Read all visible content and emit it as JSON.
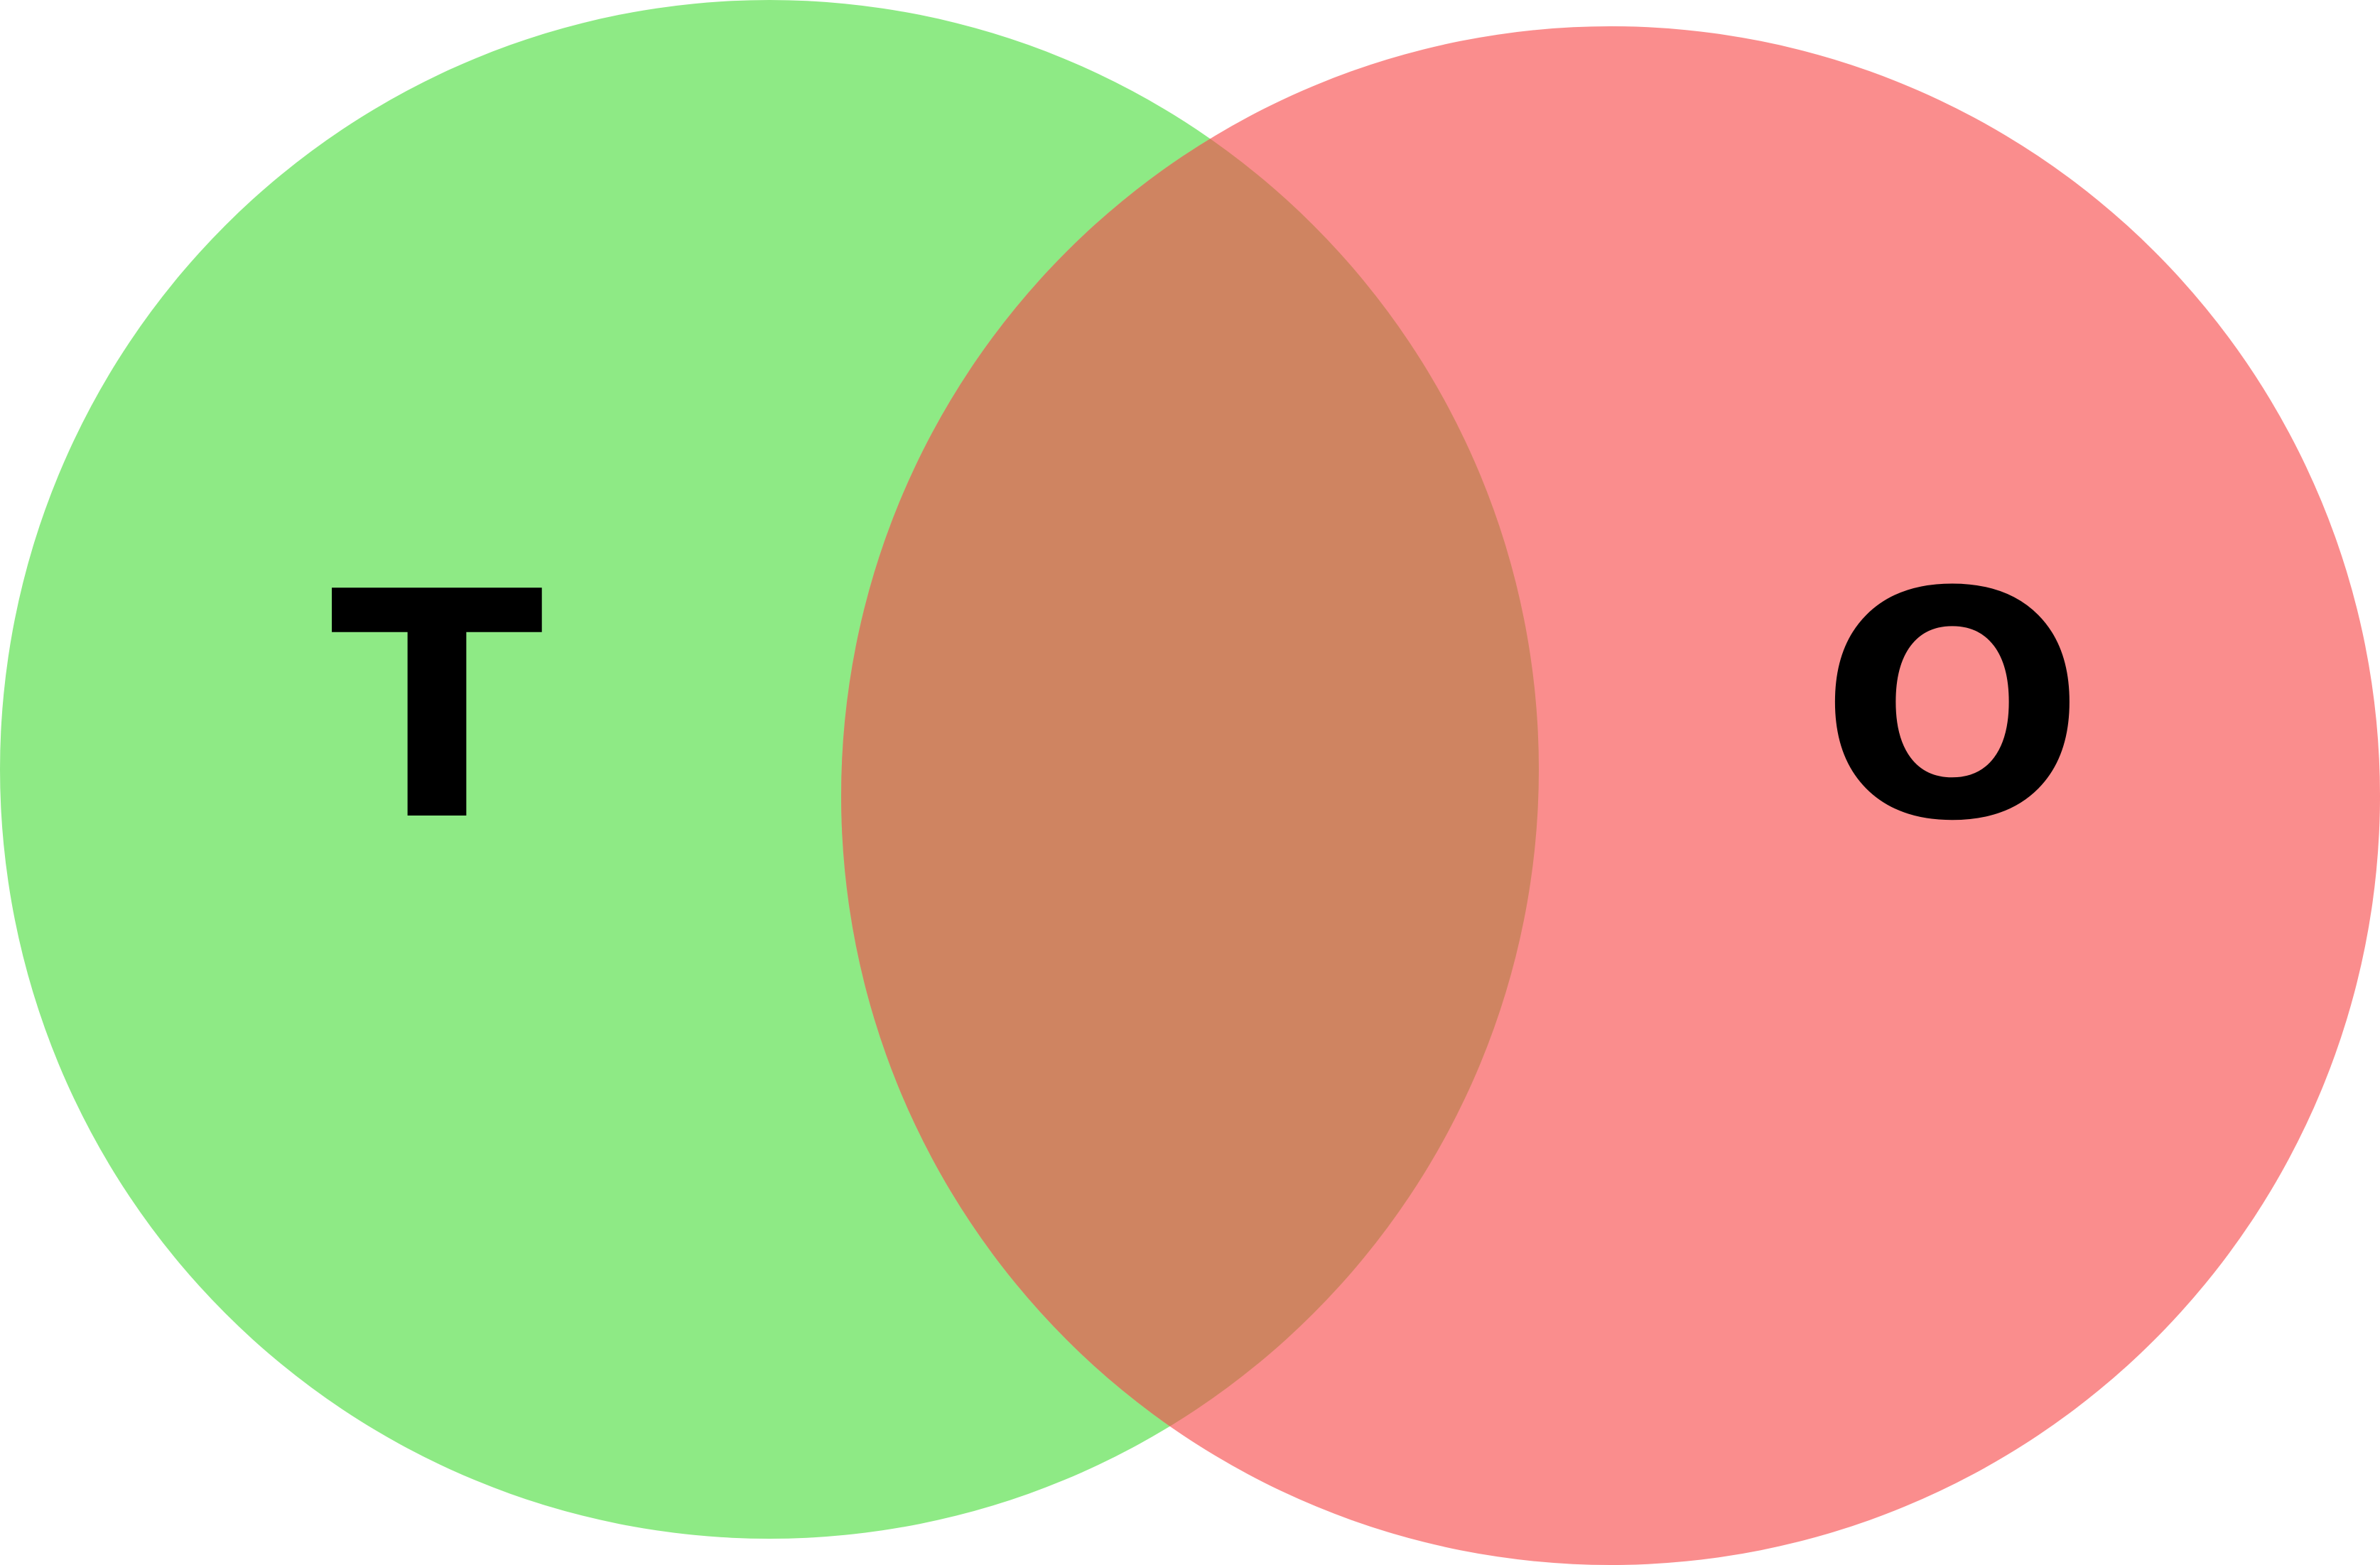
{
  "diagram": {
    "type": "venn",
    "sets": [
      {
        "label": "T",
        "color": "#8eea85"
      },
      {
        "label": "O",
        "color": "#fa8d8d"
      }
    ],
    "intersection": {
      "label": "",
      "color": "#cf8461"
    },
    "background": "#ffffff"
  }
}
